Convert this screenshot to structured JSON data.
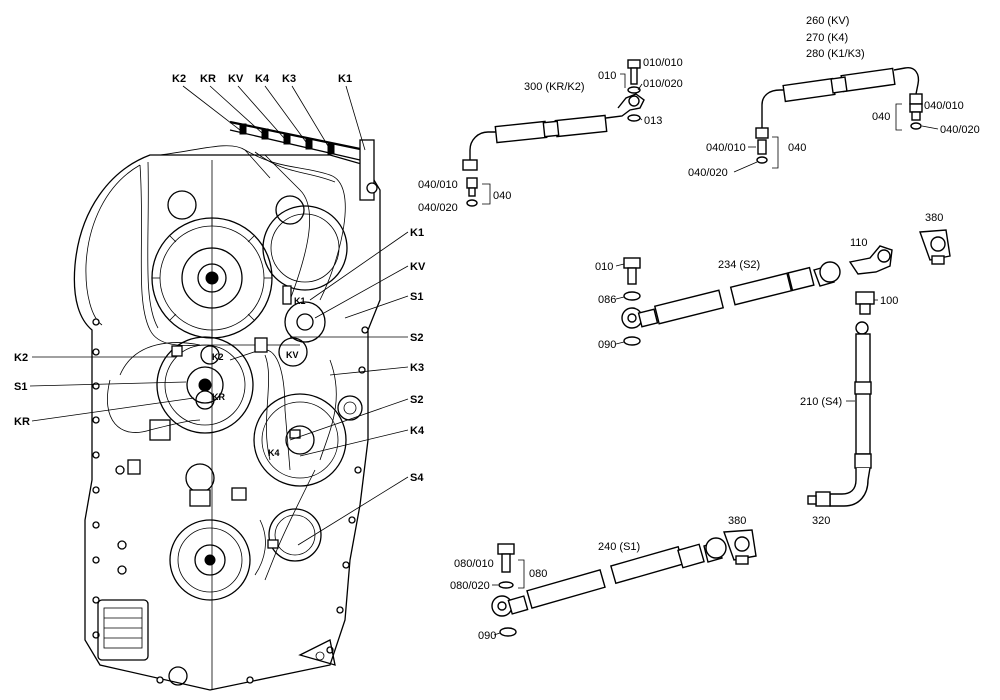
{
  "housing_labels": {
    "top": [
      "K2",
      "KR",
      "KV",
      "K4",
      "K3",
      "K1"
    ],
    "left": [
      "K2",
      "S1",
      "KR"
    ],
    "right": [
      "K1",
      "KV",
      "S1",
      "S2",
      "K3",
      "S2",
      "K4",
      "S4"
    ],
    "inner": [
      "K1",
      "KV",
      "K2",
      "KR",
      "K4"
    ]
  },
  "parts": {
    "p300": "300 (KR/K2)",
    "p010": "010",
    "p010_010": "010/010",
    "p010_020": "010/020",
    "p013": "013",
    "p040_010_a": "040/010",
    "p040_020_a": "040/020",
    "p040_a": "040",
    "p260": "260 (KV)",
    "p270": "270 (K4)",
    "p280": "280 (K1/K3)",
    "p040_010_b": "040/010",
    "p040_b": "040",
    "p040_020_b": "040/020",
    "p040_c": "040",
    "p040_010_c": "040/010",
    "p040_020_c": "040/020",
    "p380_a": "380",
    "p110": "110",
    "p234": "234 (S2)",
    "p010_b": "010",
    "p086": "086",
    "p090_a": "090",
    "p100": "100",
    "p210": "210 (S4)",
    "p320": "320",
    "p380_b": "380",
    "p240": "240 (S1)",
    "p080_010": "080/010",
    "p080_020": "080/020",
    "p080": "080",
    "p090_b": "090"
  }
}
